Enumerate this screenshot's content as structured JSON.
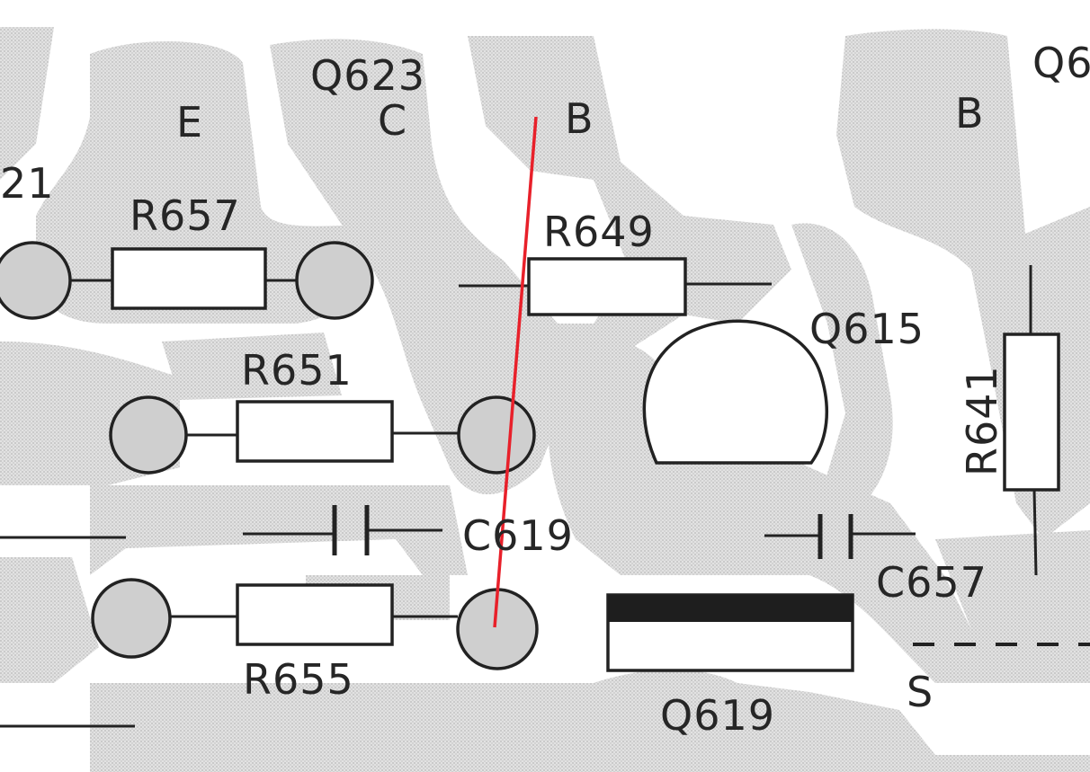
{
  "diagram": {
    "labels": {
      "q623": "Q623",
      "e": "E",
      "c": "C",
      "b_left": "B",
      "b_right": "B",
      "q6_partial": "Q6",
      "n21": "21",
      "r657": "R657",
      "r649": "R649",
      "q615": "Q615",
      "r641": "R641",
      "r651": "R651",
      "c619": "C619",
      "c657": "C657",
      "r655": "R655",
      "s": "S",
      "q619": "Q619"
    },
    "colors": {
      "trace": "#d6d6d6",
      "ink": "#222222",
      "annotation": "#e8202a"
    }
  }
}
